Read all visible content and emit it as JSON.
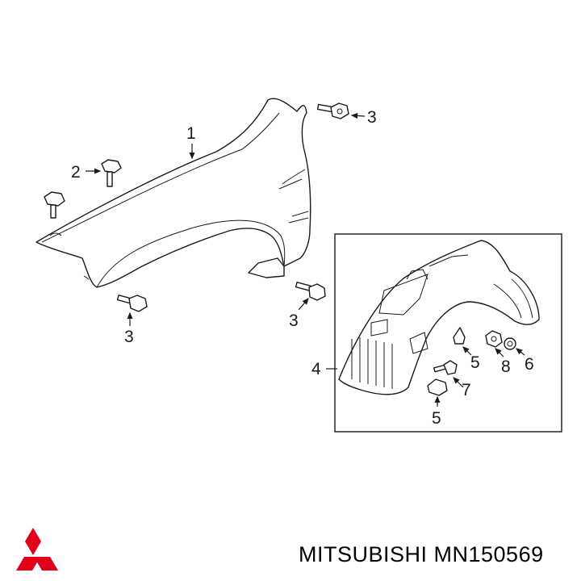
{
  "diagram": {
    "callouts": {
      "fender": "1",
      "fender_bolt_top": "2",
      "bolt_a": "3",
      "bolt_b": "3",
      "bolt_c": "3",
      "liner": "4",
      "clip_a": "5",
      "clip_b": "5",
      "grommet": "6",
      "screw": "7",
      "nut": "8"
    }
  },
  "footer": {
    "brand_text": "MITSUBISHI MN150569",
    "logo": "mitsubishi-three-diamond-logo",
    "logo_color": "#e1001a"
  }
}
